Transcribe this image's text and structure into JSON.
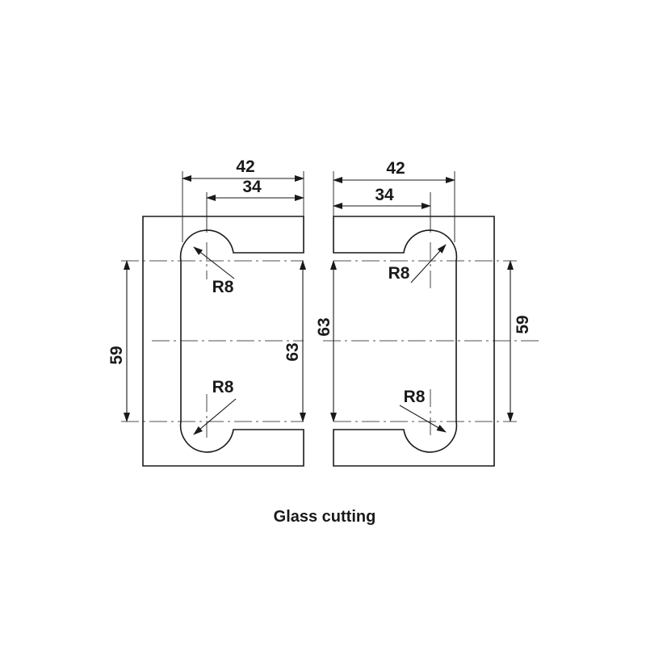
{
  "diagram": {
    "caption": "Glass cutting",
    "left_part": {
      "width_outer": "42",
      "width_inner": "34",
      "height_center": "59",
      "height_slot": "63",
      "radius_top": "R8",
      "radius_bottom": "R8"
    },
    "right_part": {
      "width_outer": "42",
      "width_inner": "34",
      "height_slot": "63",
      "height_center": "59",
      "radius_top": "R8",
      "radius_bottom": "R8"
    }
  }
}
